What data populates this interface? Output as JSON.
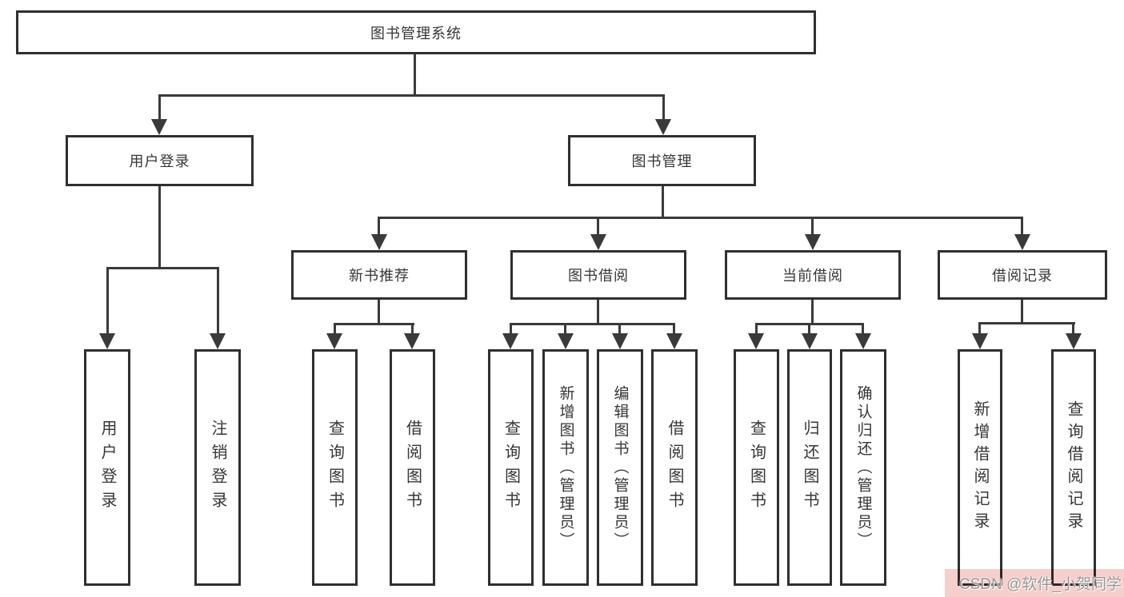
{
  "colors": {
    "line": "#3a3a3a",
    "border": "#2f2f2f",
    "text": "#363636",
    "watermark_text": "#979797",
    "watermark_bg": "#f6cfcc"
  },
  "watermark": {
    "text": "CSDN @软件_小贺同学"
  },
  "tree": {
    "label": "图书管理系统",
    "children": [
      {
        "label": "用户登录",
        "children": [
          {
            "label": "用户登录"
          },
          {
            "label": "注销登录"
          }
        ]
      },
      {
        "label": "图书管理",
        "children": [
          {
            "label": "新书推荐",
            "children": [
              {
                "label": "查询图书"
              },
              {
                "label": "借阅图书"
              }
            ]
          },
          {
            "label": "图书借阅",
            "children": [
              {
                "label": "查询图书"
              },
              {
                "label": "新增图书（管理员）"
              },
              {
                "label": "编辑图书（管理员）"
              },
              {
                "label": "借阅图书"
              }
            ]
          },
          {
            "label": "当前借阅",
            "children": [
              {
                "label": "查询图书"
              },
              {
                "label": "归还图书"
              },
              {
                "label": "确认归还（管理员）"
              }
            ]
          },
          {
            "label": "借阅记录",
            "children": [
              {
                "label": "新增借阅记录"
              },
              {
                "label": "查询借阅记录"
              }
            ]
          }
        ]
      }
    ]
  }
}
